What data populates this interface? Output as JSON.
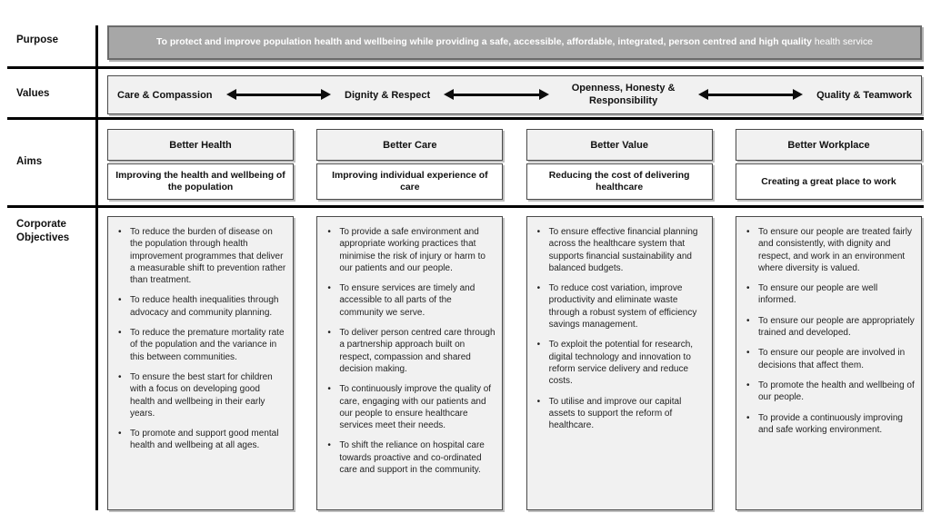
{
  "row_labels": {
    "purpose": "Purpose",
    "values": "Values",
    "aims": "Aims",
    "corporate_objectives": "Corporate Objectives"
  },
  "purpose": {
    "statement_bold": "To protect and improve population health and wellbeing while providing a safe, accessible, affordable, integrated, person centred and high quality",
    "statement_light": "health service"
  },
  "values": {
    "items": [
      "Care & Compassion",
      "Dignity & Respect",
      "Openness, Honesty & Responsibility",
      "Quality & Teamwork"
    ]
  },
  "aims": {
    "columns": [
      {
        "title": "Better Health",
        "description": "Improving the health and wellbeing of the population"
      },
      {
        "title": "Better Care",
        "description": "Improving individual experience of care"
      },
      {
        "title": "Better Value",
        "description": "Reducing the cost of delivering healthcare"
      },
      {
        "title": "Better Workplace",
        "description": "Creating a great place to work"
      }
    ]
  },
  "corporate_objectives": {
    "columns": [
      {
        "bullets": [
          "To reduce the burden of disease on the population through health improvement programmes that deliver a measurable shift to prevention rather than treatment.",
          "To reduce health inequalities through advocacy and community planning.",
          "To reduce the premature mortality rate of the population and the variance in this between communities.",
          "To ensure the best start for children with a focus on developing good health and wellbeing in their early years.",
          "To promote and support good mental health and wellbeing at all ages."
        ]
      },
      {
        "bullets": [
          "To provide a safe environment and appropriate working practices that minimise the risk of injury or harm to our patients and our people.",
          "To ensure services are timely and accessible to all parts of the community we serve.",
          "To deliver person centred care through a partnership approach built on respect, compassion and shared decision making.",
          "To continuously improve the quality of care, engaging with our patients and our people to ensure healthcare services meet their needs.",
          "To shift the reliance on hospital care towards proactive and co-ordinated care and support in the community."
        ]
      },
      {
        "bullets": [
          "To ensure effective financial planning across the healthcare system that supports financial sustainability and balanced budgets.",
          "To reduce cost variation, improve productivity and eliminate waste through a robust system of efficiency savings management.",
          "To exploit the potential for research, digital technology and innovation to reform service delivery and reduce costs.",
          "To utilise and improve our capital assets to support the reform of healthcare."
        ]
      },
      {
        "bullets": [
          "To ensure our people are treated fairly and consistently, with dignity and respect, and work in an environment where diversity is valued.",
          "To ensure our people are well informed.",
          "To ensure our people are appropriately trained and developed.",
          "To ensure our people are involved in decisions that affect them.",
          "To promote the health and wellbeing of our people.",
          "To provide a continuously improving and safe working environment."
        ]
      }
    ]
  },
  "colors": {
    "purpose_fill": "#a7a7a7",
    "panel_fill": "#f1f1f1",
    "panel_border": "#4a4a4a",
    "line_color": "#000000",
    "purpose_text": "#ffffff",
    "body_text": "#1f1f1f"
  }
}
